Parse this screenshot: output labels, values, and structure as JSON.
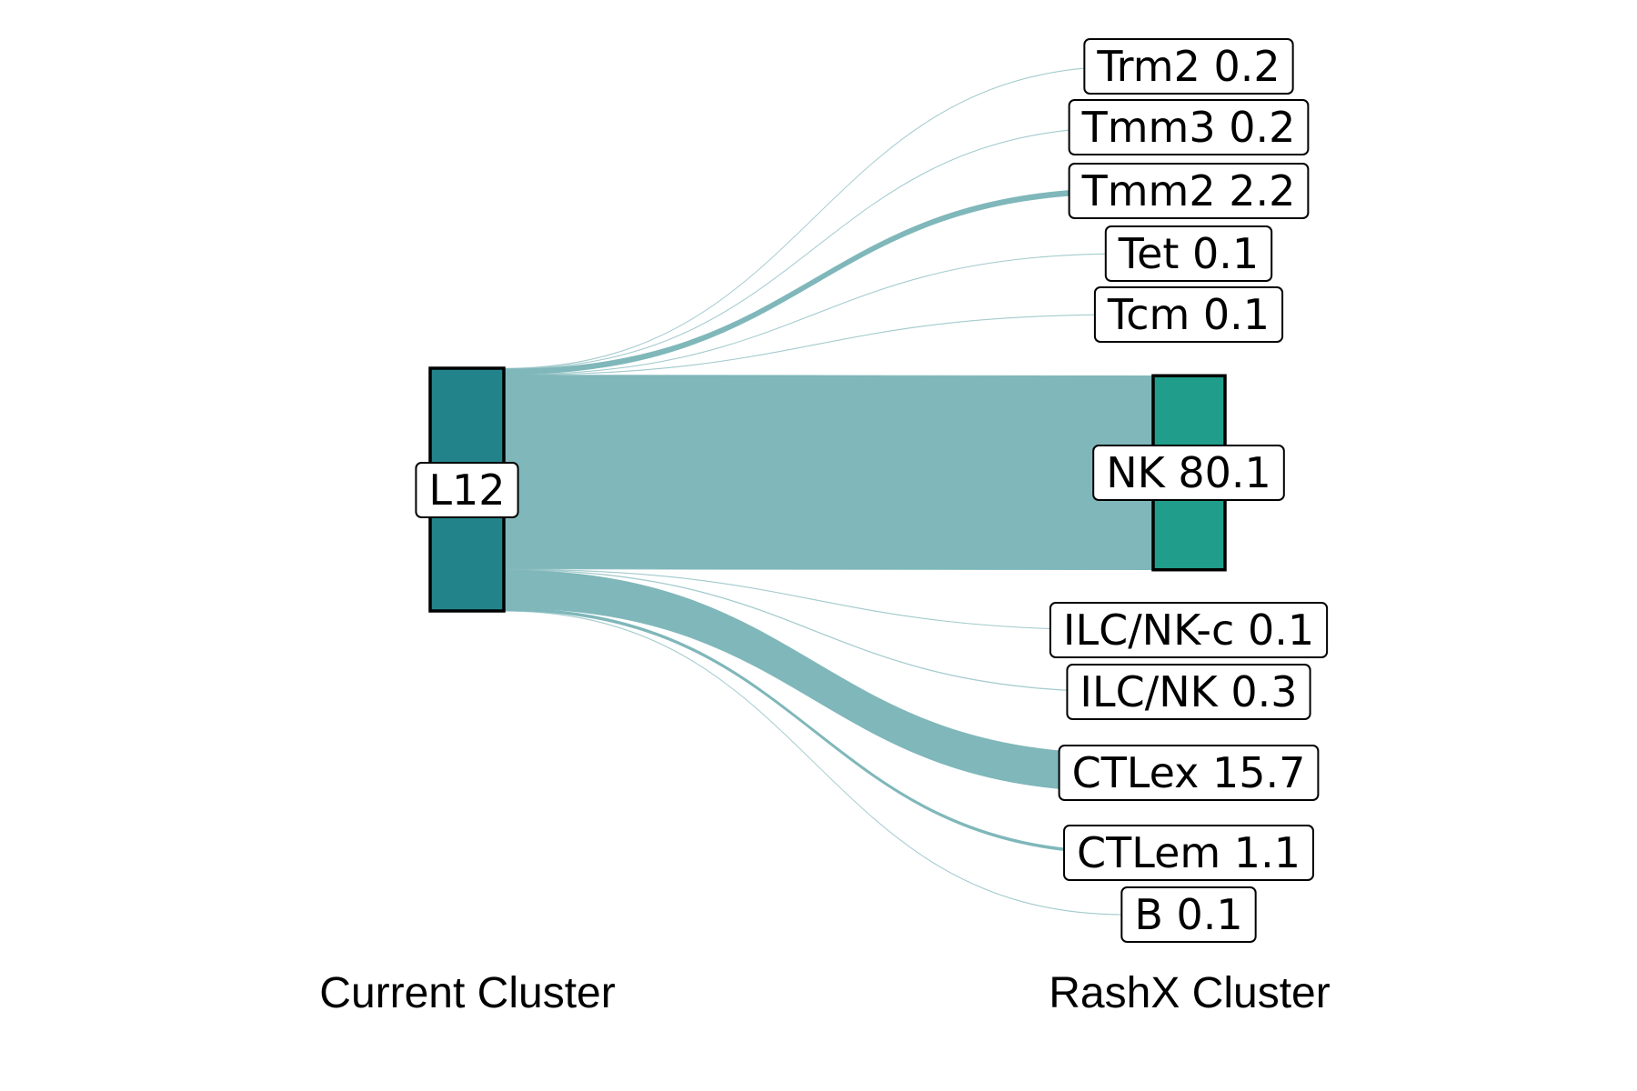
{
  "chart_data": {
    "type": "sankey",
    "axis_labels": {
      "left": "Current Cluster",
      "right": "RashX Cluster"
    },
    "source": {
      "name": "L12",
      "color": "#23838a"
    },
    "target_highlight_color": "#209e8b",
    "flow_color": "#7fb7ba",
    "targets": [
      {
        "name": "Trm2",
        "value": 0.2,
        "label": "Trm2 0.2"
      },
      {
        "name": "Tmm3",
        "value": 0.2,
        "label": "Tmm3 0.2"
      },
      {
        "name": "Tmm2",
        "value": 2.2,
        "label": "Tmm2 2.2"
      },
      {
        "name": "Tet",
        "value": 0.1,
        "label": "Tet 0.1"
      },
      {
        "name": "Tcm",
        "value": 0.1,
        "label": "Tcm 0.1"
      },
      {
        "name": "NK",
        "value": 80.1,
        "label": "NK 80.1"
      },
      {
        "name": "ILC/NK-c",
        "value": 0.1,
        "label": "ILC/NK-c 0.1"
      },
      {
        "name": "ILC/NK",
        "value": 0.3,
        "label": "ILC/NK 0.3"
      },
      {
        "name": "CTLex",
        "value": 15.7,
        "label": "CTLex 15.7"
      },
      {
        "name": "CTLem",
        "value": 1.1,
        "label": "CTLem 1.1"
      },
      {
        "name": "B",
        "value": 0.1,
        "label": "B 0.1"
      }
    ]
  }
}
